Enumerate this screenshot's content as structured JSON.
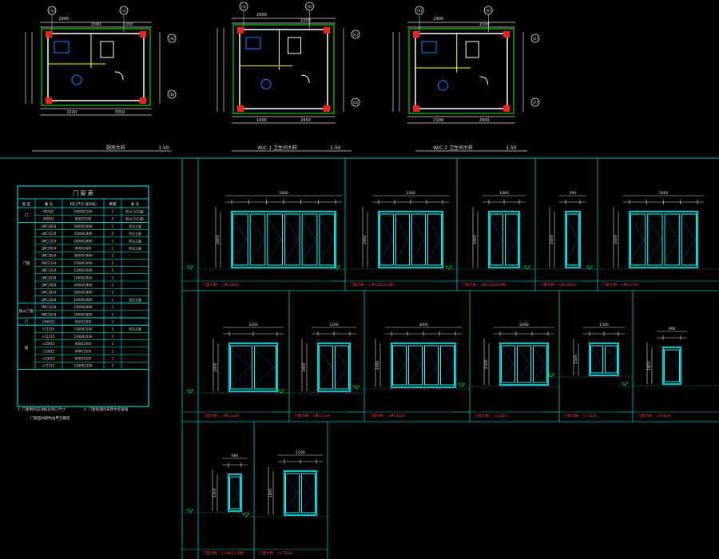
{
  "plans": [
    {
      "title": "厨房大样",
      "scale": "1:50",
      "axis_top": [
        "(1)",
        "(2)"
      ],
      "axis_right": [
        "(A)",
        "(B)"
      ],
      "dims_top": [
        "2900",
        "1500",
        "1350"
      ],
      "dims_bottom": [
        "2100",
        "3350"
      ]
    },
    {
      "title": "W/C 1 卫生间大样",
      "scale": "1:50",
      "axis_top": [
        "(3)",
        "(4)"
      ],
      "axis_right": [
        "(C)",
        "(D)"
      ],
      "dims_top": [
        "2900",
        "1500"
      ],
      "dims_bottom": [
        "1600",
        "2450"
      ]
    },
    {
      "title": "W/C 2 卫生间大样",
      "scale": "1:50",
      "axis_top": [
        "(5)",
        "(6)"
      ],
      "axis_right": [
        "(E)",
        "(F)"
      ],
      "dims_top": [
        "2900",
        "1500"
      ],
      "dims_bottom": [
        "2100",
        "2900"
      ]
    }
  ],
  "schedule": {
    "title": "门 窗 表",
    "headers": [
      "类 型",
      "编 号",
      "洞口尺寸(宽X高)",
      "数量",
      "备 注"
    ],
    "groups": [
      {
        "type": "门",
        "rows": [
          {
            "code": "M1021",
            "size": "1000X2100",
            "qty": "1",
            "note": "防火门(乙级)"
          },
          {
            "code": "M0821",
            "size": "800X2100",
            "qty": "2",
            "note": "防火门(乙级)"
          }
        ]
      },
      {
        "type": "门窗",
        "rows": [
          {
            "code": "LMC1824",
            "size": "5400X2400",
            "qty": "1",
            "note": "详见立面"
          },
          {
            "code": "LMC1524",
            "size": "3300X2400",
            "qty": "2",
            "note": "详见立面"
          },
          {
            "code": "LMC1324",
            "size": "1800X2400",
            "qty": "1",
            "note": "详见立面"
          },
          {
            "code": "LMC0924",
            "size": "900X2400",
            "qty": "1",
            "note": "详见立面"
          },
          {
            "code": "LMC3024",
            "size": "3000X2400",
            "qty": "1",
            "note": ""
          },
          {
            "code": "LMC2124",
            "size": "2100X2400",
            "qty": "1",
            "note": ""
          },
          {
            "code": "LMC1224",
            "size": "1200X2400",
            "qty": "1",
            "note": ""
          },
          {
            "code": "LMC1024",
            "size": "1000X2400",
            "qty": "1",
            "note": ""
          },
          {
            "code": "LMC2424",
            "size": "2400X2400",
            "qty": "1",
            "note": ""
          },
          {
            "code": "LMC1824",
            "size": "1800X2400",
            "qty": "1",
            "note": ""
          },
          {
            "code": "LMC1424",
            "size": "1400X2400",
            "qty": "1",
            "note": "详见立面"
          }
        ]
      },
      {
        "type": "防火门窗",
        "rows": [
          {
            "code": "FMC1524",
            "size": "1500X2400",
            "qty": "1",
            "note": ""
          },
          {
            "code": "FMC1024",
            "size": "1000X2400",
            "qty": "1",
            "note": ""
          }
        ]
      },
      {
        "type": "门",
        "rows": [
          {
            "code": "LM0923",
            "size": "900X2300",
            "qty": "1",
            "note": ""
          }
        ]
      },
      {
        "type": "窗",
        "rows": [
          {
            "code": "LC1515",
            "size": "1500X1500",
            "qty": "1",
            "note": "详见立面"
          },
          {
            "code": "LC1215",
            "size": "1200X1500",
            "qty": "1",
            "note": ""
          },
          {
            "code": "LC0915",
            "size": "900X1500",
            "qty": "1",
            "note": ""
          },
          {
            "code": "LC0615",
            "size": "600X1500",
            "qty": "1",
            "note": ""
          },
          {
            "code": "LC0612",
            "size": "600X1200",
            "qty": "1",
            "note": ""
          },
          {
            "code": "LC1512",
            "size": "1500X1200",
            "qty": "1",
            "note": ""
          }
        ]
      }
    ],
    "notes": [
      "1. 门窗制作前须核对洞口尺寸",
      "2. 门窗玻璃均采用中空玻璃",
      "门窗型材颜色由甲方确定"
    ]
  },
  "elevations": [
    {
      "label": "门窗大样",
      "code": "LMC1824",
      "dim_top": "5400",
      "dim_side": "2400",
      "panels": 6
    },
    {
      "label": "门窗大样",
      "code": "LMC1524(2樘)",
      "dim_top": "3300",
      "dim_side": "2400",
      "panels": 4
    },
    {
      "label": "门窗大样",
      "code": "LMC1324(2樘)",
      "dim_top": "1800",
      "dim_side": "2400",
      "panels": 2
    },
    {
      "label": "门窗大样",
      "code": "LMC0924",
      "dim_top": "900",
      "dim_side": "2400",
      "panels": 1
    },
    {
      "label": "门窗大样",
      "code": "LMC3024",
      "dim_top": "3000",
      "dim_side": "2400",
      "panels": 4
    },
    {
      "label": "门窗大样",
      "code": "LMC2124",
      "dim_top": "2100",
      "dim_side": "2400",
      "panels": 2
    },
    {
      "label": "门窗大样",
      "code": "LMC1224",
      "dim_top": "1200",
      "dim_side": "2400",
      "panels": 2
    },
    {
      "label": "门窗大样",
      "code": "LMC3024",
      "dim_top": "3000",
      "dim_side": "2400",
      "panels": 4
    },
    {
      "label": "门窗大样",
      "code": "LC2415",
      "dim_top": "2400",
      "dim_side": "1500",
      "panels": 3
    },
    {
      "label": "门窗大样",
      "code": "LC1515",
      "dim_top": "1500",
      "dim_side": "1500",
      "panels": 2
    },
    {
      "label": "门窗大样",
      "code": "LC0918",
      "dim_top": "900",
      "dim_side": "1800",
      "panels": 1
    },
    {
      "label": "门窗大样",
      "code": "LC0615(2樘)",
      "dim_top": "600",
      "dim_side": "1500",
      "panels": 1
    },
    {
      "label": "门窗大样",
      "code": "LC1518",
      "dim_top": "1500",
      "dim_side": "1800",
      "panels": 2
    }
  ],
  "colors": {
    "background": "#000000",
    "grid": "#00c0c0",
    "frame": "#00ffff",
    "dimension": "#e0e0e0",
    "axis": "#00ff00",
    "wall": "#ffffff",
    "column": "#ff2020",
    "label_red": "#ff4040",
    "fixture": "#ffff00",
    "glass": "#2080ff"
  }
}
